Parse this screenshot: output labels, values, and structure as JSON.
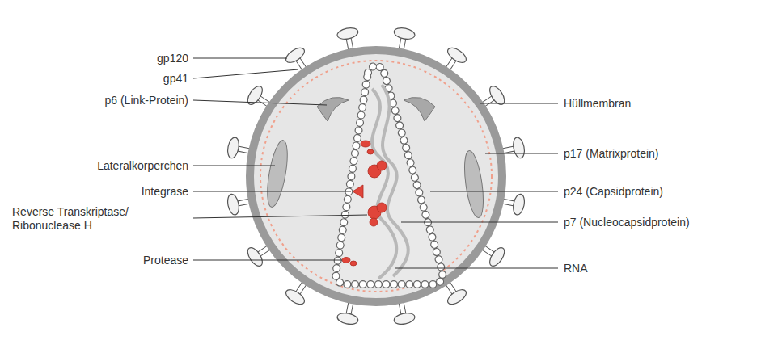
{
  "diagram": {
    "labels": [
      "gp120",
      "gp41",
      "p6 (Link-Protein)",
      "Lateralkörperchen",
      "Integrase",
      "Reverse Transkriptase/ Ribonuclease H",
      "Protease",
      "Hüllmembran",
      "p17 (Matrixprotein)",
      "p24 (Capsidprotein)",
      "p7 (Nucleocapsidprotein)",
      "RNA"
    ]
  }
}
